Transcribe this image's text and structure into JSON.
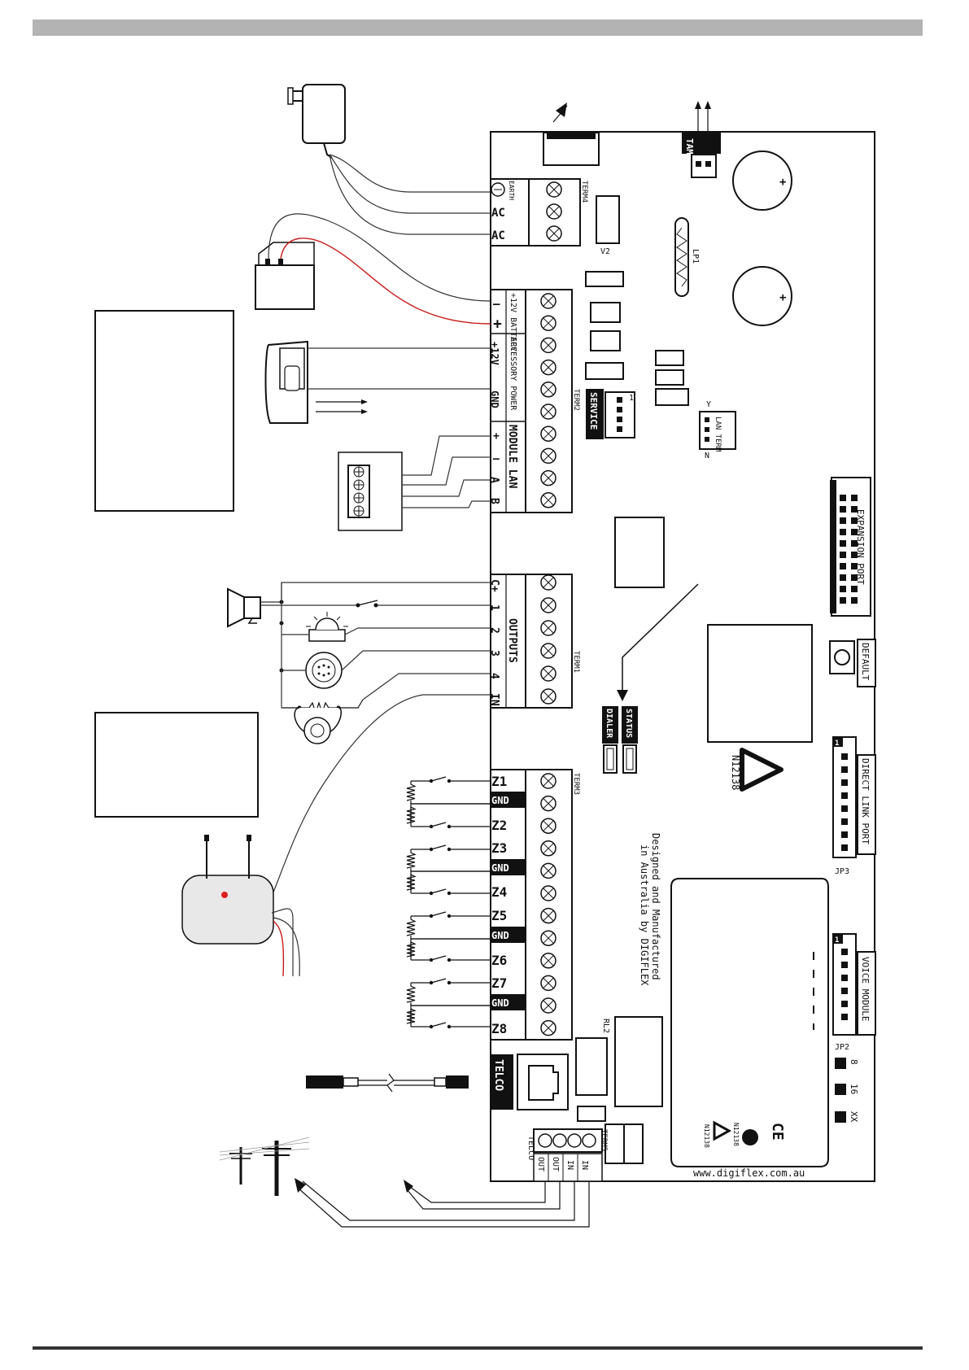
{
  "board": {
    "url": "www.digiflex.com.au",
    "designed_line1": "Designed and Manufactured",
    "designed_line2": "in Australia by DIGIFLEX",
    "approval_code": "N12138"
  },
  "terminal_blocks": {
    "term4": {
      "title": "TERM4",
      "labels": [
        "EARTH",
        "AC",
        "AC"
      ]
    },
    "term2": {
      "title": "TERM2",
      "battery_group": "+12V BATTERY",
      "battery_minus": "—",
      "battery_plus": "+",
      "accessory_group": "ACCESSORY POWER",
      "acc_12v": "+12V",
      "acc_gnd": "GND",
      "lan_group": "MODULE LAN",
      "lan_labels": [
        "+",
        "–",
        "A",
        "B"
      ]
    },
    "term1": {
      "title": "TERM1",
      "group": "OUTPUTS",
      "labels": [
        "C+",
        "1",
        "2",
        "3",
        "4",
        "IN"
      ]
    },
    "term3": {
      "title": "TERM3",
      "labels": [
        "Z1",
        "GND",
        "Z2",
        "Z3",
        "GND",
        "Z4",
        "Z5",
        "GND",
        "Z6",
        "Z7",
        "GND",
        "Z8"
      ]
    },
    "term5": {
      "title": "TERM5",
      "labels": [
        "OUT",
        "OUT",
        "IN",
        "IN"
      ],
      "side_label": "TELCO"
    }
  },
  "components": {
    "tamper": "TAMPER",
    "v2": "V2",
    "lp1": "LP1",
    "service": "SERVICE",
    "service_pin": "1",
    "lan_term": "LAN TERM",
    "lan_term_y": "Y",
    "lan_term_n": "N",
    "expansion_port": "EXPANSION PORT",
    "default": "DEFAULT",
    "status": "STATUS",
    "dialer": "DIALER",
    "direct_link_port": "DIRECT LINK PORT",
    "jp3": "JP3",
    "voice_module": "VOICE MODULE",
    "jp2": "JP2",
    "pin1": "1",
    "rl2": "RL2",
    "telco": "TELCO",
    "jumpers": [
      "8",
      "16",
      "XX"
    ],
    "ce_mark": "CE",
    "cap_plus": "+"
  },
  "colors": {
    "ink": "#111111",
    "header_bar": "#b3b3b3",
    "red_wire": "#c81d1d",
    "led": "#e01f1f"
  }
}
